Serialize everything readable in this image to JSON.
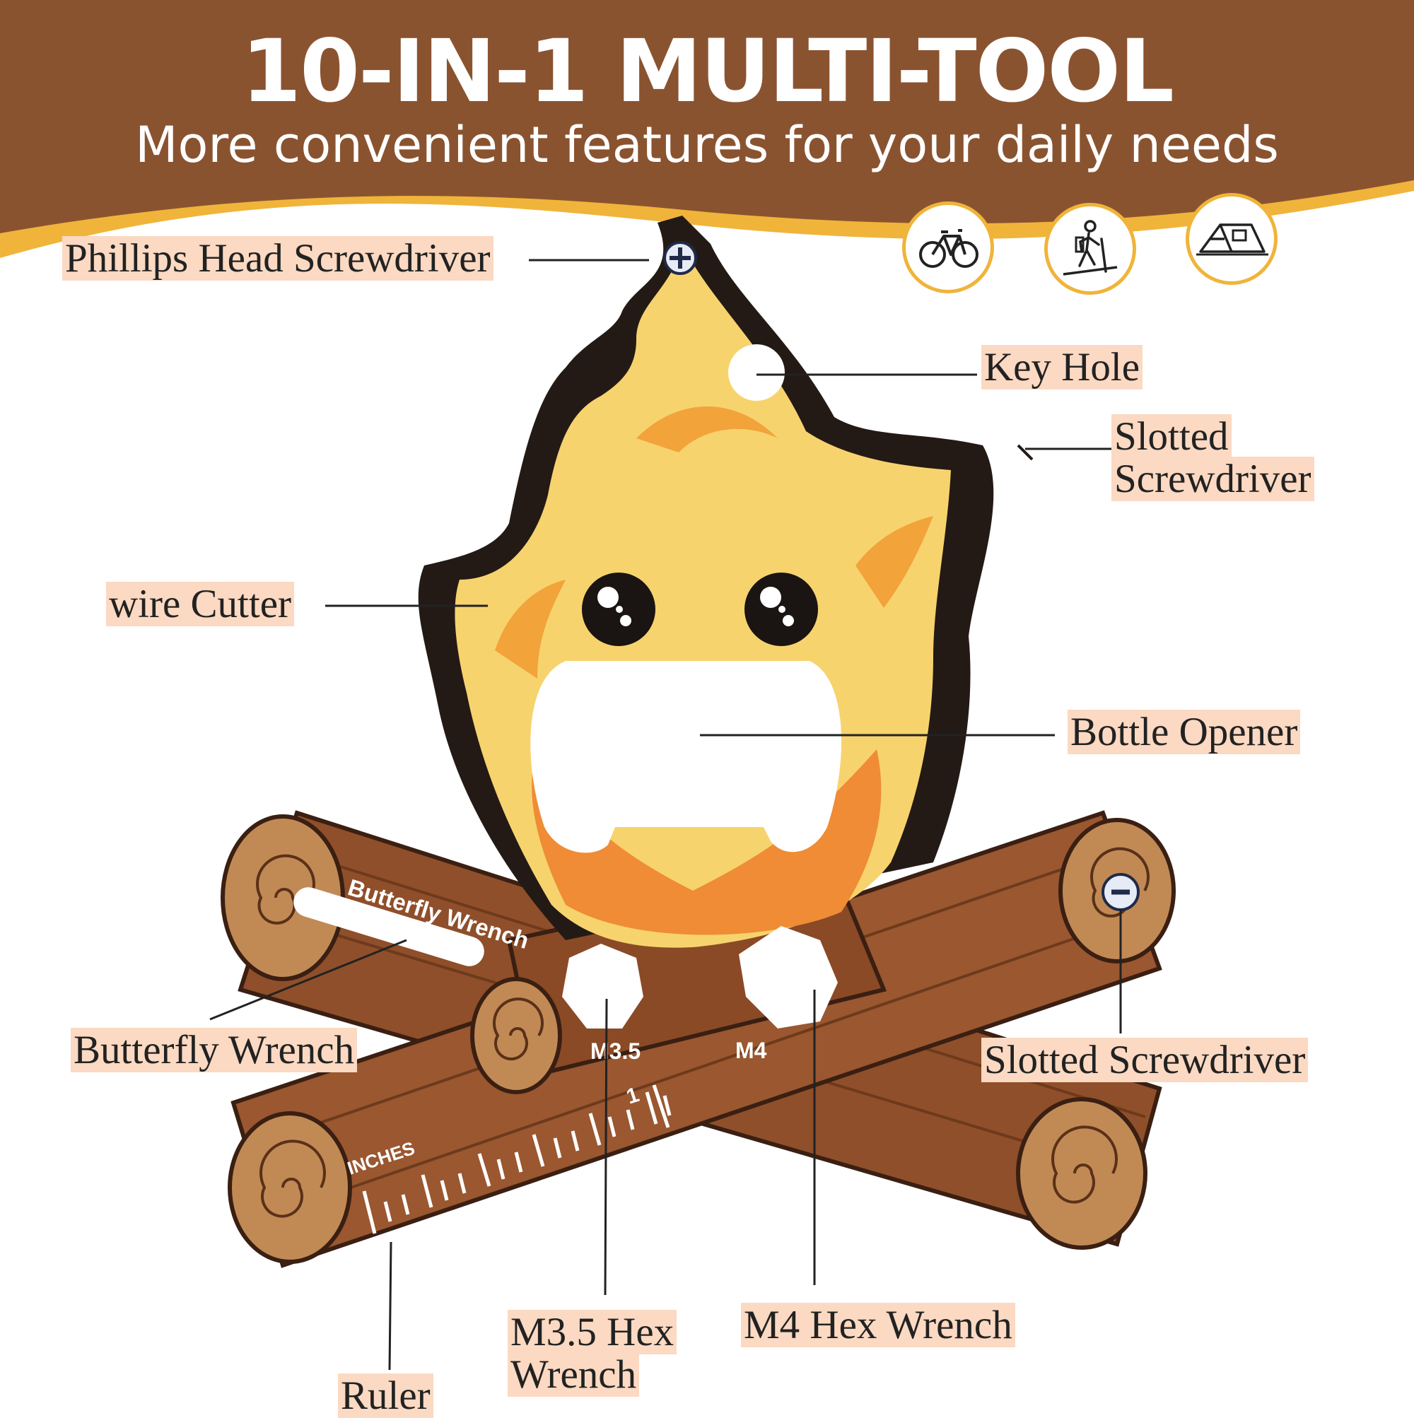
{
  "header": {
    "title": "10-IN-1 MULTI-TOOL",
    "subtitle": "More convenient features for your daily needs"
  },
  "activity_icons": [
    "bicycle-icon",
    "hiking-icon",
    "tent-icon"
  ],
  "tool_engravings": {
    "butterfly_wrench": "Butterfly Wrench",
    "m35": "M3.5",
    "m4": "M4",
    "inches": "INCHES",
    "one": "1"
  },
  "callouts": {
    "phillips": "Phillips Head Screwdriver",
    "key_hole": "Key Hole",
    "slotted_top_line1": "Slotted",
    "slotted_top_line2": "Screwdriver",
    "wire_cutter": "wire Cutter",
    "bottle_opener": "Bottle Opener",
    "butterfly_wrench": "Butterfly Wrench",
    "slotted_bottom": "Slotted Screwdriver",
    "ruler": "Ruler",
    "m35_line1": "M3.5 Hex",
    "m35_line2": "Wrench",
    "m4": "M4 Hex Wrench"
  },
  "colors": {
    "header_brown": "#8a5330",
    "wave_gold": "#f0b43a",
    "flame_yellow": "#f7d36e",
    "flame_orange": "#f2a33a",
    "log_brown": "#8f4f2a",
    "label_highlight": "#fbd9c2"
  }
}
